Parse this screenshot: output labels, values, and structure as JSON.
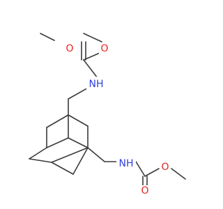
{
  "colors": {
    "bond": "#3a3a3a",
    "oxygen": "#e8231f",
    "nitrogen": "#2f3ee0",
    "background": "#ffffff"
  },
  "atoms": [
    {
      "id": "o-carbonyl-top",
      "element": "O",
      "label": "O"
    },
    {
      "id": "o-ester-top",
      "element": "O",
      "label": "O"
    },
    {
      "id": "nh-top",
      "element": "N",
      "label": "NH"
    },
    {
      "id": "nh-bottom",
      "element": "N",
      "label": "NH"
    },
    {
      "id": "o-ester-bottom",
      "element": "O",
      "label": "O"
    },
    {
      "id": "o-carbonyl-bottom",
      "element": "O",
      "label": "O"
    }
  ]
}
